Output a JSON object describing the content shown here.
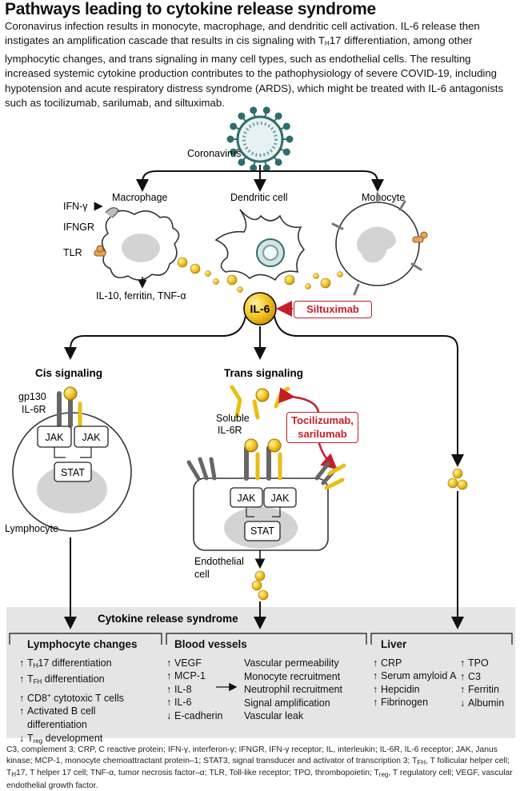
{
  "title": "Pathways leading to cytokine release syndrome",
  "intro": "Coronavirus infection results in monocyte, macrophage, and dendritic cell activation. IL-6 release then instigates an amplification cascade that results in cis signaling with TH17 differentiation, among other lymphocytic changes, and trans signaling in many cell types, such as endothelial cells. The resulting increased systemic cytokine production contributes to the pathophysiology of severe COVID-19, including hypotension and acute respiratory distress syndrome (ARDS), which might be treated with IL-6 antagonists such as tocilizumab, sarilumab, and siltuximab.",
  "labels": {
    "coronavirus": "Coronavirus",
    "macrophage": "Macrophage",
    "dendritic": "Dendritic cell",
    "monocyte": "Monocyte",
    "ifng": "IFN-γ",
    "ifngr": "IFNGR",
    "tlr": "TLR",
    "macro_out": "IL-10, ferritin, TNF-α",
    "il6": "IL-6",
    "siltuximab": "Siltuximab",
    "cis": "Cis signaling",
    "trans": "Trans signaling",
    "gp130": "gp130",
    "il6r": "IL-6R",
    "soluble1": "Soluble",
    "soluble2": "IL-6R",
    "toci1": "Tocilizumab,",
    "toci2": "sarilumab",
    "jak": "JAK",
    "stat": "STAT",
    "lymphocyte": "Lymphocyte",
    "endo1": "Endothelial",
    "endo2": "cell",
    "crs": "Cytokine release syndrome"
  },
  "lymph": {
    "header": "Lymphocyte changes",
    "items": [
      {
        "arrow": "↑",
        "text": "TH17 differentiation"
      },
      {
        "arrow": "↑",
        "text": "TFH differentiation"
      },
      {
        "arrow": "↑",
        "text": "CD8+ cytotoxic T cells"
      },
      {
        "arrow": "↑",
        "text": "Activated B cell"
      },
      {
        "arrow": "",
        "text": "differentiation"
      },
      {
        "arrow": "↓",
        "text": "Treg development"
      }
    ]
  },
  "blood": {
    "header": "Blood vessels",
    "left": [
      {
        "arrow": "↑",
        "text": "VEGF"
      },
      {
        "arrow": "↑",
        "text": "MCP-1"
      },
      {
        "arrow": "↑",
        "text": "IL-8"
      },
      {
        "arrow": "↑",
        "text": "IL-6"
      },
      {
        "arrow": "↓",
        "text": "E-cadherin"
      }
    ],
    "right": [
      "Vascular permeability",
      "Monocyte recruitment",
      "Neutrophil recruitment",
      "Signal amplification",
      "Vascular leak"
    ]
  },
  "liver": {
    "header": "Liver",
    "left": [
      {
        "arrow": "↑",
        "text": "CRP"
      },
      {
        "arrow": "↑",
        "text": "Serum amyloid A"
      },
      {
        "arrow": "↑",
        "text": "Hepcidin"
      },
      {
        "arrow": "↑",
        "text": "Fibrinogen"
      }
    ],
    "right": [
      {
        "arrow": "↑",
        "text": "TPO"
      },
      {
        "arrow": "↑",
        "text": "C3"
      },
      {
        "arrow": "↑",
        "text": "Ferritin"
      },
      {
        "arrow": "↓",
        "text": "Albumin"
      }
    ]
  },
  "footnote": "C3, complement 3; CRP, C reactive protein; IFN-γ, interferon-γ; IFNGR, IFN-γ receptor; IL, interleukin; IL-6R, IL-6 receptor; JAK, Janus kinase; MCP-1, monocyte chemoattractant protein–1; STAT3, signal transducer and activator of transcription 3; TFH, T follicular helper cell; TH17, T helper 17 cell; TNF-α, tumor necrosis factor–α; TLR, Toll-like receptor; TPO, thrombopoietin; Treg, T regulatory cell; VEGF, vascular endothelial growth factor.",
  "colors": {
    "accent_red": "#c41e2a",
    "il6_yellow": "#f2c21a",
    "virus_teal": "#2f6d6d",
    "band_gray": "#e5e5e5"
  }
}
